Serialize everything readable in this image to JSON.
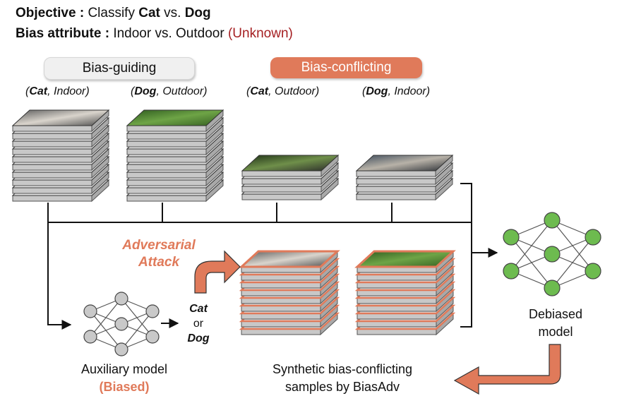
{
  "header": {
    "objective_label": "Objective :",
    "objective_text": "Classify",
    "objective_class_a": "Cat",
    "objective_vs": "vs.",
    "objective_class_b": "Dog",
    "bias_label": "Bias attribute :",
    "bias_text": "Indoor vs. Outdoor",
    "bias_unknown": "(Unknown)"
  },
  "groups": {
    "guiding_label": "Bias-guiding",
    "conflicting_label": "Bias-conflicting"
  },
  "stacks": [
    {
      "cls": "Cat",
      "attr": "Indoor"
    },
    {
      "cls": "Dog",
      "attr": "Outdoor"
    },
    {
      "cls": "Cat",
      "attr": "Outdoor"
    },
    {
      "cls": "Dog",
      "attr": "Indoor"
    }
  ],
  "attack": {
    "line1": "Adversarial",
    "line2": "Attack"
  },
  "prediction": {
    "a": "Cat",
    "or": "or",
    "b": "Dog"
  },
  "auxiliary": {
    "line1": "Auxiliary model",
    "line2": "(Biased)"
  },
  "synthetic": {
    "line1": "Synthetic bias-conflicting",
    "line2": "samples by BiasAdv"
  },
  "debiased": {
    "line1": "Debiased",
    "line2": "model"
  },
  "colors": {
    "accent": "#e07a5a",
    "unknown": "#a51f22",
    "node_gray": "#c9c9c9",
    "node_green": "#6dbb4f",
    "sheet_gray": "#c8c8c8"
  }
}
